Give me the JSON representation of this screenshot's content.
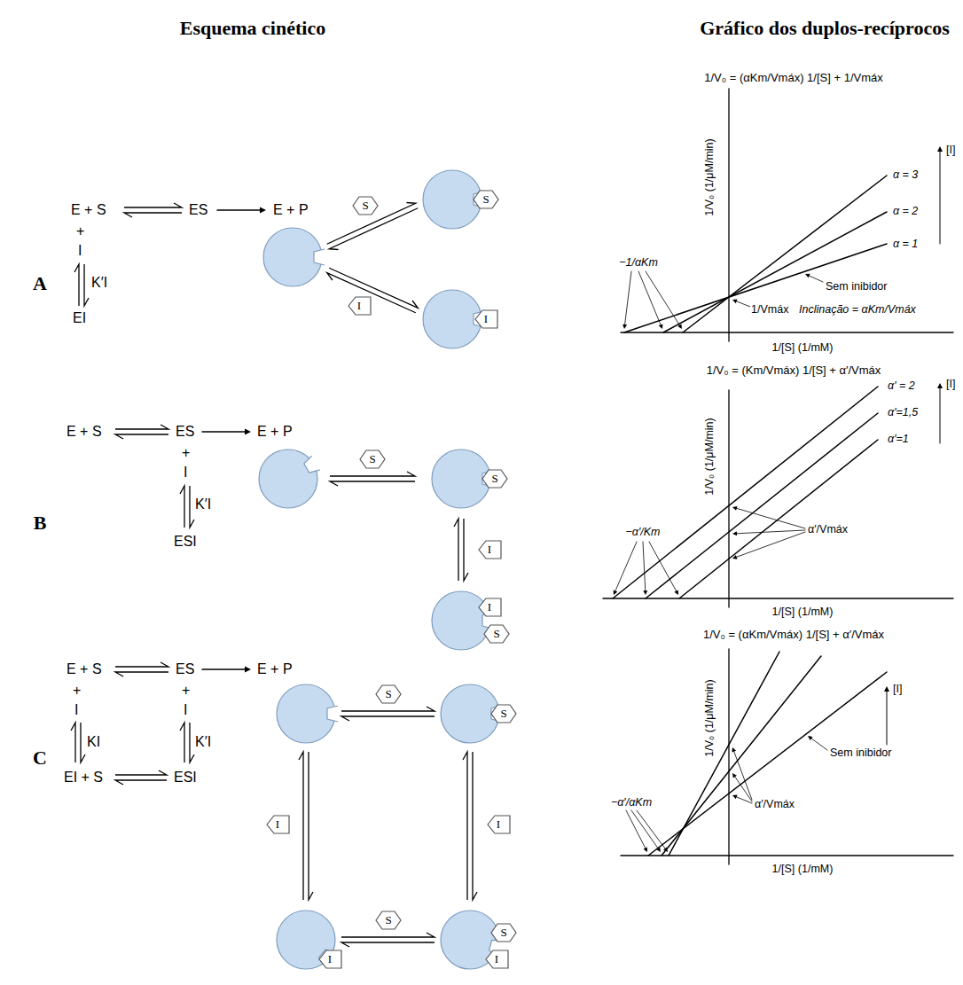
{
  "diagram": {
    "nodes": [
      {
        "text": [
          "S"
        ]
      },
      {
        "text": [
          "S"
        ]
      },
      {
        "text": [
          "I"
        ]
      },
      {
        "text": [
          "I"
        ]
      },
      {
        "text": [
          "S"
        ]
      },
      {
        "text": [
          "S"
        ]
      },
      {
        "text": [
          "I"
        ]
      },
      {
        "text": [
          "I"
        ]
      },
      {
        "text": [
          "S"
        ]
      },
      {
        "text": [
          "S"
        ]
      },
      {
        "text": [
          "S"
        ]
      },
      {
        "text": [
          "I"
        ]
      },
      {
        "text": [
          "I"
        ]
      },
      {
        "text": [
          "S"
        ]
      },
      {
        "text": [
          "I"
        ]
      },
      {
        "text": [
          "S"
        ]
      },
      {
        "text": [
          "I"
        ]
      }
    ],
    "labels": [
      "Esquema cinético",
      "Gráfico dos duplos-recíprocos",
      "A",
      "E + S",
      "ES",
      "E + P",
      "+",
      "I",
      "K′I",
      "EI",
      "1/V₀ = (αKm/Vmáx) 1/[S] + 1/Vmáx",
      "α = 3",
      "α = 2",
      "α = 1",
      "[I]",
      "Sem inibidor",
      "−1/αKm",
      "1/Vmáx",
      "Inclinação = αKm/Vmáx",
      "1/V₀ (1/μM/min)",
      "1/[S] (1/mM)",
      "B",
      "E + S",
      "ES",
      "E + P",
      "+",
      "I",
      "K′I",
      "ESI",
      "1/V₀ = (Km/Vmáx) 1/[S] + α′/Vmáx",
      "α′ = 2",
      "α′=1,5",
      "α′=1",
      "[I]",
      "α′/Vmáx",
      "−α′/Km",
      "1/V₀ (1/μM/min)",
      "1/[S] (1/mM)",
      "C",
      "E + S",
      "ES",
      "E + P",
      "+",
      "I",
      "+",
      "I",
      "KI",
      "K′I",
      "EI + S",
      "ESI",
      "1/V₀ = (αKm/Vmáx) 1/[S] + α′/Vmáx",
      "[I]",
      "Sem inibidor",
      "α′/Vmáx",
      "−α′/αKm",
      "1/V₀ (1/μM/min)",
      "1/[S] (1/mM)"
    ]
  }
}
